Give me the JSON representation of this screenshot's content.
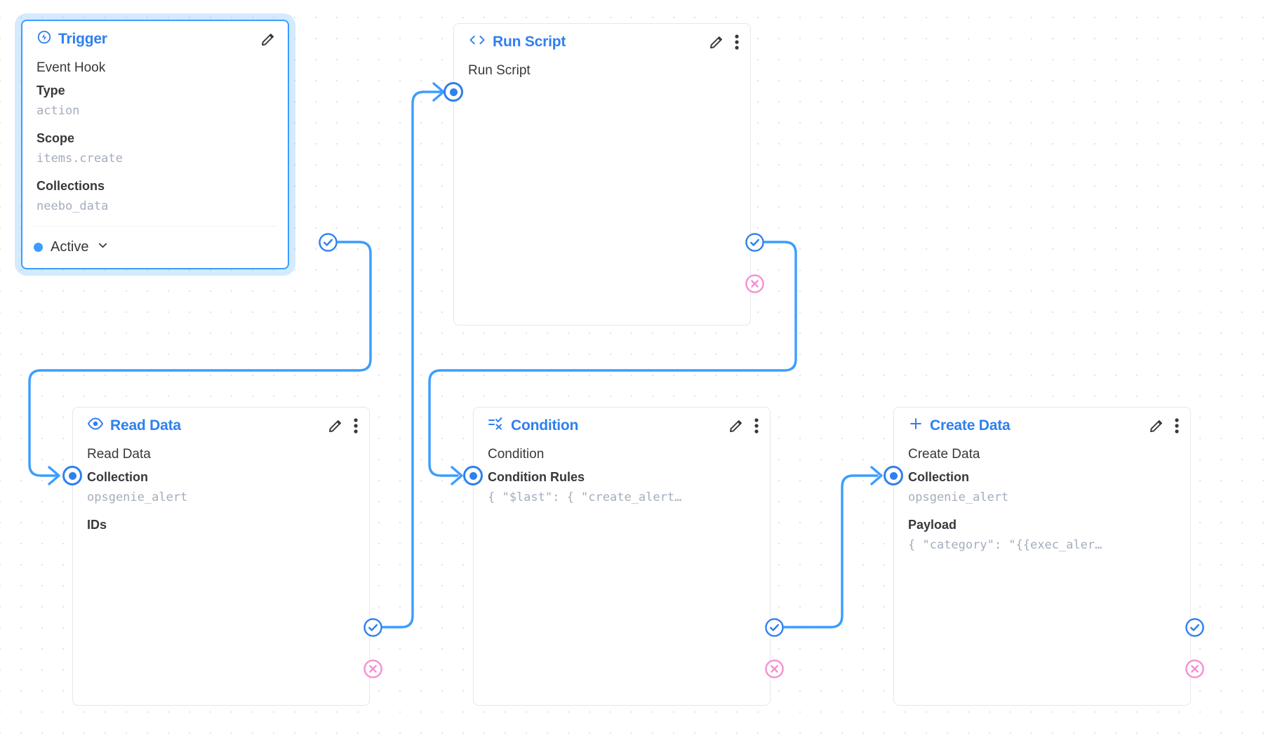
{
  "canvas": {
    "name": "flow-editor-canvas"
  },
  "nodes": [
    {
      "id": "trigger",
      "title": "Trigger",
      "icon": "bolt-circle-icon",
      "selected": true,
      "main_row": "Event Hook",
      "fields": [
        {
          "label": "Type",
          "value": "action"
        },
        {
          "label": "Scope",
          "value": "items.create"
        },
        {
          "label": "Collections",
          "value": "neebo_data"
        }
      ],
      "footer": {
        "status_label": "Active",
        "status_color": "#3b9dff",
        "chevron": "chevron-down-icon"
      },
      "has_edit": true,
      "has_menu": false,
      "has_success_badge": true,
      "has_reject_badge": false
    },
    {
      "id": "runscript",
      "title": "Run Script",
      "icon": "code-brackets-icon",
      "selected": false,
      "main_row": "Run Script",
      "fields": [],
      "has_edit": true,
      "has_menu": true,
      "has_success_badge": true,
      "has_reject_badge": true
    },
    {
      "id": "readdata",
      "title": "Read Data",
      "icon": "eye-icon",
      "selected": false,
      "main_row": "Read Data",
      "fields": [
        {
          "label": "Collection",
          "value": "opsgenie_alert"
        },
        {
          "label": "IDs",
          "value": ""
        }
      ],
      "has_edit": true,
      "has_menu": true,
      "has_success_badge": true,
      "has_reject_badge": true
    },
    {
      "id": "condition",
      "title": "Condition",
      "icon": "filter-check-icon",
      "selected": false,
      "main_row": "Condition",
      "fields": [
        {
          "label": "Condition Rules",
          "value": "{ \"$last\": { \"create_alert…"
        }
      ],
      "has_edit": true,
      "has_menu": true,
      "has_success_badge": true,
      "has_reject_badge": true
    },
    {
      "id": "createdata",
      "title": "Create Data",
      "icon": "plus-icon",
      "selected": false,
      "main_row": "Create Data",
      "fields": [
        {
          "label": "Collection",
          "value": "opsgenie_alert"
        },
        {
          "label": "Payload",
          "value": "{ \"category\": \"{{exec_aler…"
        }
      ],
      "has_edit": true,
      "has_menu": true,
      "has_success_badge": true,
      "has_reject_badge": true
    }
  ],
  "colors": {
    "accent": "#2f80ed",
    "link": "#3b9dff",
    "success": "#2f80ed",
    "reject": "#f48fd2",
    "text": "#37383c",
    "muted": "#a3adbd",
    "card_border": "#e4e6eb",
    "grid_dot": "#e4e4e6"
  }
}
